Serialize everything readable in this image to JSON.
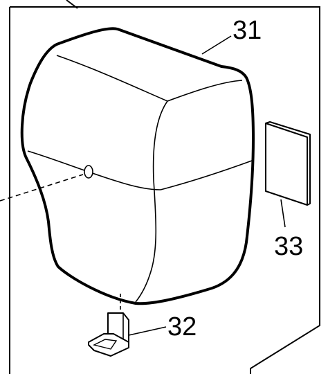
{
  "diagram": {
    "callouts": {
      "cover": "31",
      "bracket": "32",
      "pad": "33"
    }
  },
  "colors": {
    "line": "#000000",
    "background": "#ffffff",
    "paper": "#ffffff"
  }
}
